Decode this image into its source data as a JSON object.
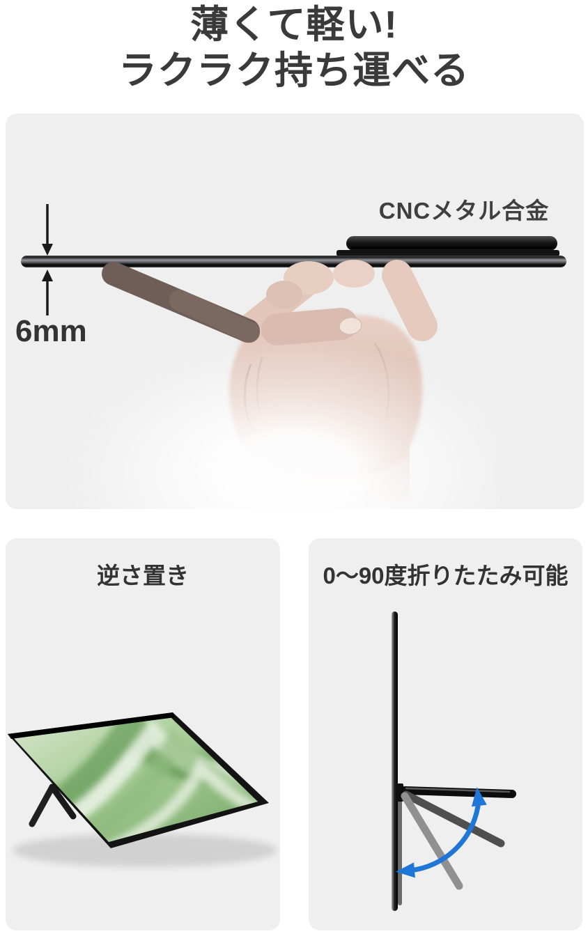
{
  "title": {
    "line1": "薄くて軽い!",
    "line2": "ラクラク持ち運べる"
  },
  "hero_card": {
    "material_label": "CNCメタル合金",
    "thickness_label": "6mm"
  },
  "feature_cards": [
    {
      "title": "逆さ置き"
    },
    {
      "title": "0〜90度折りたたみ可能"
    }
  ],
  "colors": {
    "page_background": "#ffffff",
    "card_background": "#efefef",
    "heading_text": "#3a3a3a",
    "product_black": "#111111",
    "rotation_arrow_blue": "#1e76d6",
    "wallpaper_green": "#7fae70",
    "skin_tone": "#e2c6ba"
  },
  "icons": [
    {
      "name": "thickness-arrow-down-icon",
      "meaning": "measurement arrow pointing down to panel top edge"
    },
    {
      "name": "thickness-arrow-up-icon",
      "meaning": "measurement arrow pointing up to panel bottom edge"
    },
    {
      "name": "rotation-arrow-icon",
      "meaning": "curved double-headed arrow showing 0-90 degree kickstand fold range"
    }
  ]
}
